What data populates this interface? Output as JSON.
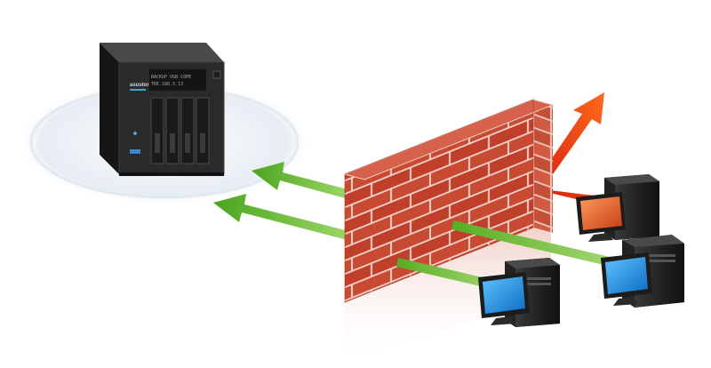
{
  "nas": {
    "brand": "asustor",
    "display_line1": "BACKUP  USB  COPE",
    "display_line2": "TRE.188.5.13"
  },
  "colors": {
    "allowed_arrow": "#5cb82c",
    "blocked_arrow": "#e8261a",
    "brick": "#c94a34",
    "mortar": "#f2d2c9",
    "screen_blue": "#1e8fe0",
    "screen_red": "#e0542a",
    "nas_body": "#2b2b2b",
    "halo": "#e8f0f6"
  },
  "icons": {
    "server": "nas-server-icon",
    "firewall": "brick-wall-icon",
    "computer": "desktop-computer-icon"
  }
}
